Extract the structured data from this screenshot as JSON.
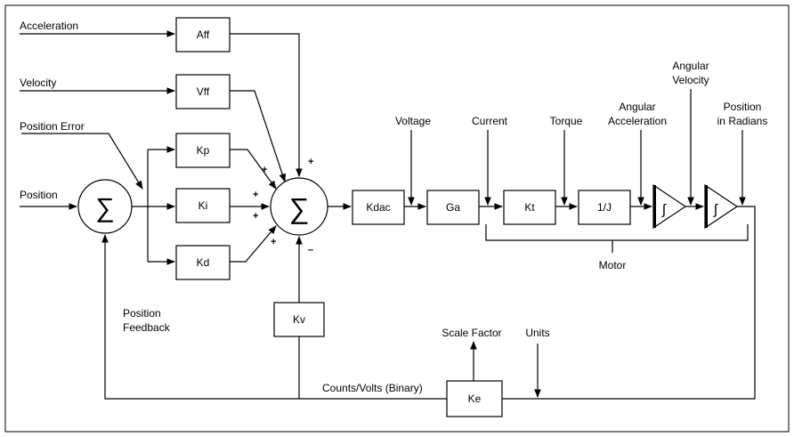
{
  "inputs": {
    "acceleration": "Acceleration",
    "velocity": "Velocity",
    "position_error": "Position Error",
    "position": "Position",
    "position_feedback_1": "Position",
    "position_feedback_2": "Feedback"
  },
  "blocks": {
    "aff": "Aff",
    "vff": "Vff",
    "kp": "Kp",
    "ki": "Ki",
    "kd": "Kd",
    "kv": "Kv",
    "kdac": "Kdac",
    "ga": "Ga",
    "kt": "Kt",
    "inv_j": "1/J",
    "ke": "Ke"
  },
  "signals": {
    "voltage": "Voltage",
    "current": "Current",
    "torque": "Torque",
    "ang_acc_1": "Angular",
    "ang_acc_2": "Acceleration",
    "ang_vel_1": "Angular",
    "ang_vel_2": "Velocity",
    "pos_rad_1": "Position",
    "pos_rad_2": "in Radians",
    "motor": "Motor",
    "scale_factor": "Scale Factor",
    "units": "Units",
    "counts_volts": "Counts/Volts (Binary)"
  },
  "symbols": {
    "sum": "∑",
    "integral": "∫",
    "plus": "+",
    "minus": "–"
  }
}
